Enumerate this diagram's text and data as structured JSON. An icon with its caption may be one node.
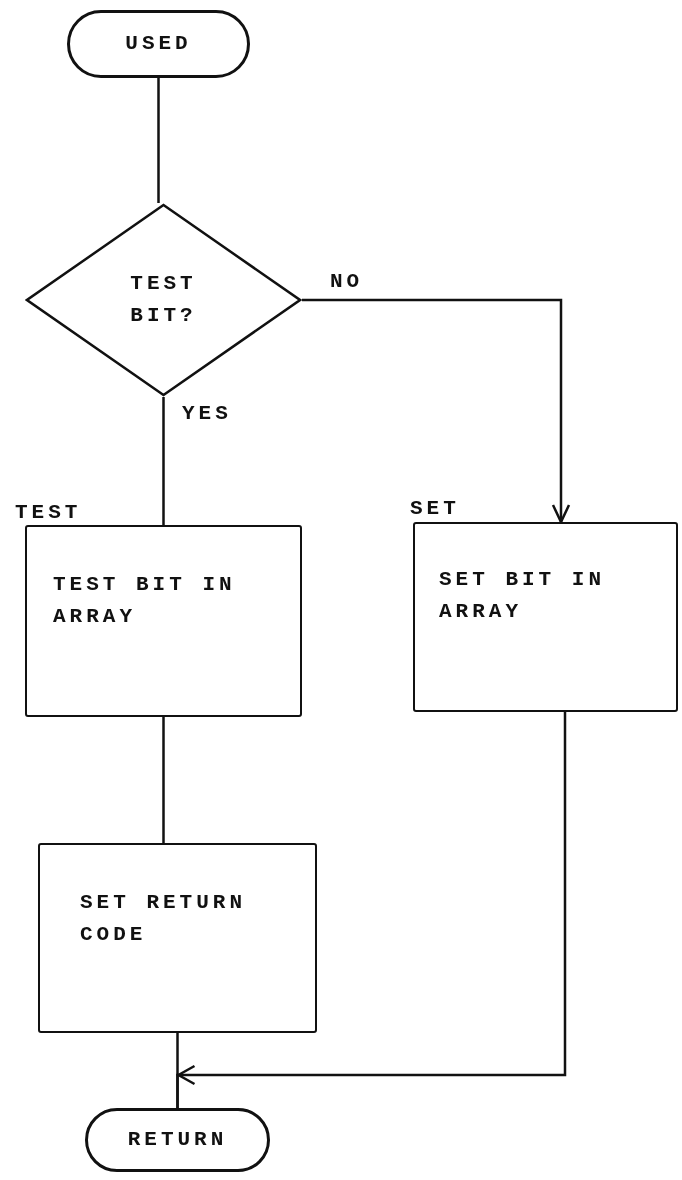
{
  "diagram": {
    "nodes": [
      {
        "text": [
          "USED"
        ]
      },
      {
        "text": [
          "TEST BIT?"
        ]
      },
      {
        "text": [
          "TEST BIT IN ARRAY"
        ],
        "beside": [
          "TEST"
        ]
      },
      {
        "text": [
          "SET BIT IN ARRAY"
        ],
        "beside": [
          "SET"
        ]
      },
      {
        "text": [
          "SET RETURN CODE"
        ]
      },
      {
        "text": [
          "RETURN"
        ]
      }
    ],
    "edges": [
      {
        "from": 0,
        "to": 1,
        "arrow": "none"
      },
      {
        "from": 1,
        "to": 2,
        "arrow": "none",
        "label": "YES"
      },
      {
        "from": 1,
        "to": 3,
        "arrow": "to",
        "label": "NO"
      },
      {
        "from": 2,
        "to": 4,
        "arrow": "none"
      },
      {
        "from": 4,
        "to": 5,
        "arrow": "none"
      },
      {
        "from": 3,
        "to": 5,
        "arrow": "to"
      }
    ]
  }
}
